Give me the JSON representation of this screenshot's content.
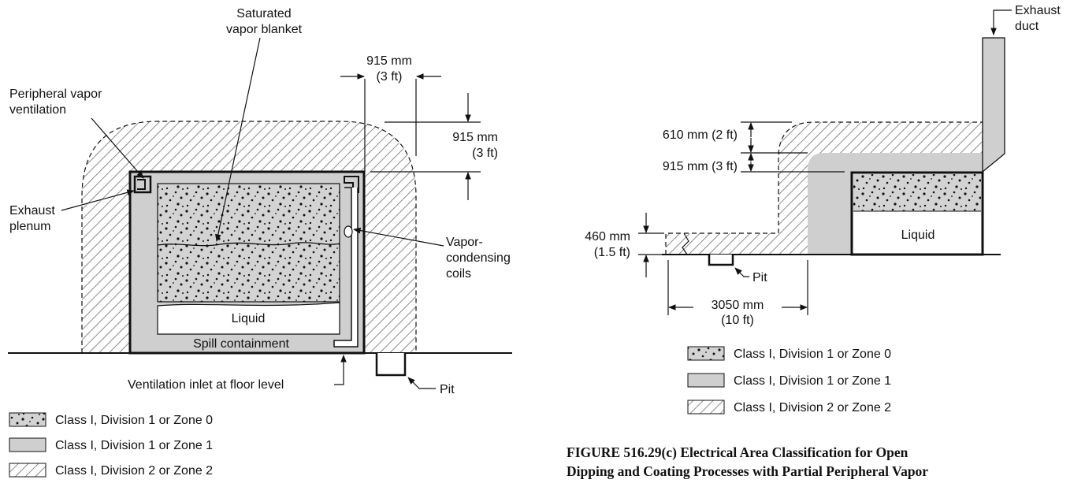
{
  "left": {
    "dim_width_mm": "915 mm",
    "dim_width_ft": "(3 ft)",
    "dim_height_mm": "915 mm",
    "dim_height_ft": "(3 ft)",
    "label_vapor_blanket_1": "Saturated",
    "label_vapor_blanket_2": "vapor blanket",
    "label_peripheral_1": "Peripheral vapor",
    "label_peripheral_2": "ventilation",
    "label_exhaust_plenum_1": "Exhaust",
    "label_exhaust_plenum_2": "plenum",
    "label_coils_1": "Vapor-",
    "label_coils_2": "condensing",
    "label_coils_3": "coils",
    "label_liquid": "Liquid",
    "label_spill": "Spill containment",
    "label_inlet": "Ventilation inlet at floor level",
    "label_pit": "Pit"
  },
  "right": {
    "label_exhaust_duct_1": "Exhaust",
    "label_exhaust_duct_2": "duct",
    "dim_610": "610 mm (2 ft)",
    "dim_915": "915 mm (3 ft)",
    "dim_460_mm": "460 mm",
    "dim_460_ft": "(1.5 ft)",
    "dim_3050_mm": "3050 mm",
    "dim_3050_ft": "(10 ft)",
    "label_liquid": "Liquid",
    "label_pit": "Pit"
  },
  "legend": [
    {
      "pattern": "dots",
      "label": "Class I, Division 1 or Zone 0"
    },
    {
      "pattern": "gray",
      "label": "Class I, Division 1 or Zone 1"
    },
    {
      "pattern": "hatch",
      "label": "Class I, Division 2 or Zone 2"
    }
  ],
  "caption": {
    "line1": "FIGURE 516.29(c)  Electrical Area Classification for Open",
    "line2": "Dipping and Coating Processes with Partial Peripheral Vapor"
  },
  "colors": {
    "zone1_gray": "#cfcfcf",
    "zone0_fill": "#d3d3d3",
    "hatch": "#777777",
    "line": "#111111"
  }
}
